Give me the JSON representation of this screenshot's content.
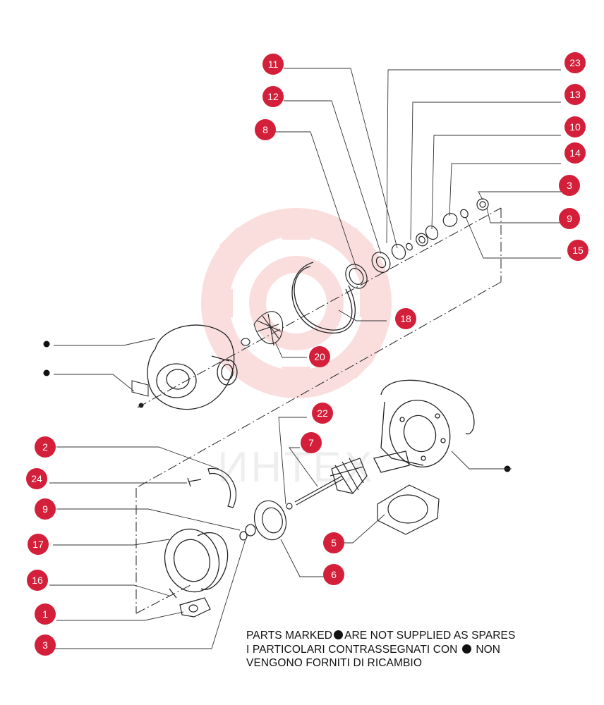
{
  "colors": {
    "callout": "#d41f3a",
    "lines": "#222222",
    "watermark": "#f4b8b8"
  },
  "watermark_text": "ИНТЕХ",
  "callouts": [
    {
      "label": "11"
    },
    {
      "label": "23"
    },
    {
      "label": "12"
    },
    {
      "label": "13"
    },
    {
      "label": "8"
    },
    {
      "label": "10"
    },
    {
      "label": "14"
    },
    {
      "label": "3"
    },
    {
      "label": "9"
    },
    {
      "label": "15"
    },
    {
      "label": "18"
    },
    {
      "label": "20"
    },
    {
      "label": "22"
    },
    {
      "label": "7"
    },
    {
      "label": "2"
    },
    {
      "label": "24"
    },
    {
      "label": "9"
    },
    {
      "label": "17"
    },
    {
      "label": "6"
    },
    {
      "label": "5"
    },
    {
      "label": "16"
    },
    {
      "label": "1"
    },
    {
      "label": "3"
    }
  ],
  "note": {
    "line1_before": "PARTS MARKED",
    "line1_after": "ARE NOT SUPPLIED AS SPARES",
    "line2_before": "I PARTICOLARI CONTRASSEGNATI CON",
    "line2_after": "NON",
    "line3": "VENGONO FORNITI DI RICAMBIO"
  }
}
